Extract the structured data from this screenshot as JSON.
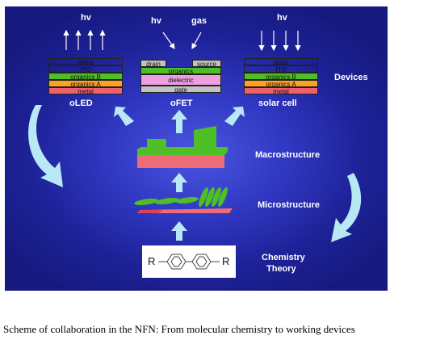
{
  "diagram": {
    "devices_label": "Devices",
    "macrostructure_label": "Macrostructure",
    "microstructure_label": "Microstructure",
    "chemistry_label": "Chemistry",
    "theory_label": "Theory",
    "hv_label": "hv",
    "gas_label": "gas",
    "oled": {
      "name": "oLED",
      "layers": [
        {
          "label": "glass",
          "color": "#ffffff"
        },
        {
          "label": "ITO",
          "color": "#ffffff"
        },
        {
          "label": "organics B",
          "color": "#4ebf26"
        },
        {
          "label": "organics A",
          "color": "#ffa020"
        },
        {
          "label": "metal",
          "color": "#ef5f6c"
        }
      ]
    },
    "ofet": {
      "name": "oFET",
      "drain": "drain",
      "source": "source",
      "layers": [
        {
          "label": "organics",
          "color": "#4ebf26"
        },
        {
          "label": "dielectric",
          "color": "#ee9fe0"
        },
        {
          "label": "gate",
          "color": "#c3c3c3"
        }
      ]
    },
    "solar": {
      "name": "solar cell",
      "layers": [
        {
          "label": "glass",
          "color": "#ffffff"
        },
        {
          "label": "ITO",
          "color": "#ffffff"
        },
        {
          "label": "organics B",
          "color": "#4ebf26"
        },
        {
          "label": "organics A",
          "color": "#ffa020"
        },
        {
          "label": "metal",
          "color": "#ef5f6c"
        }
      ]
    },
    "chem_left": "R",
    "chem_right": "R"
  },
  "caption": "Scheme of collaboration in the NFN: From molecular chemistry to working devices",
  "colors": {
    "arrow": "#b8e8f4",
    "green": "#4ebf26",
    "pink": "#ef5f6c"
  }
}
